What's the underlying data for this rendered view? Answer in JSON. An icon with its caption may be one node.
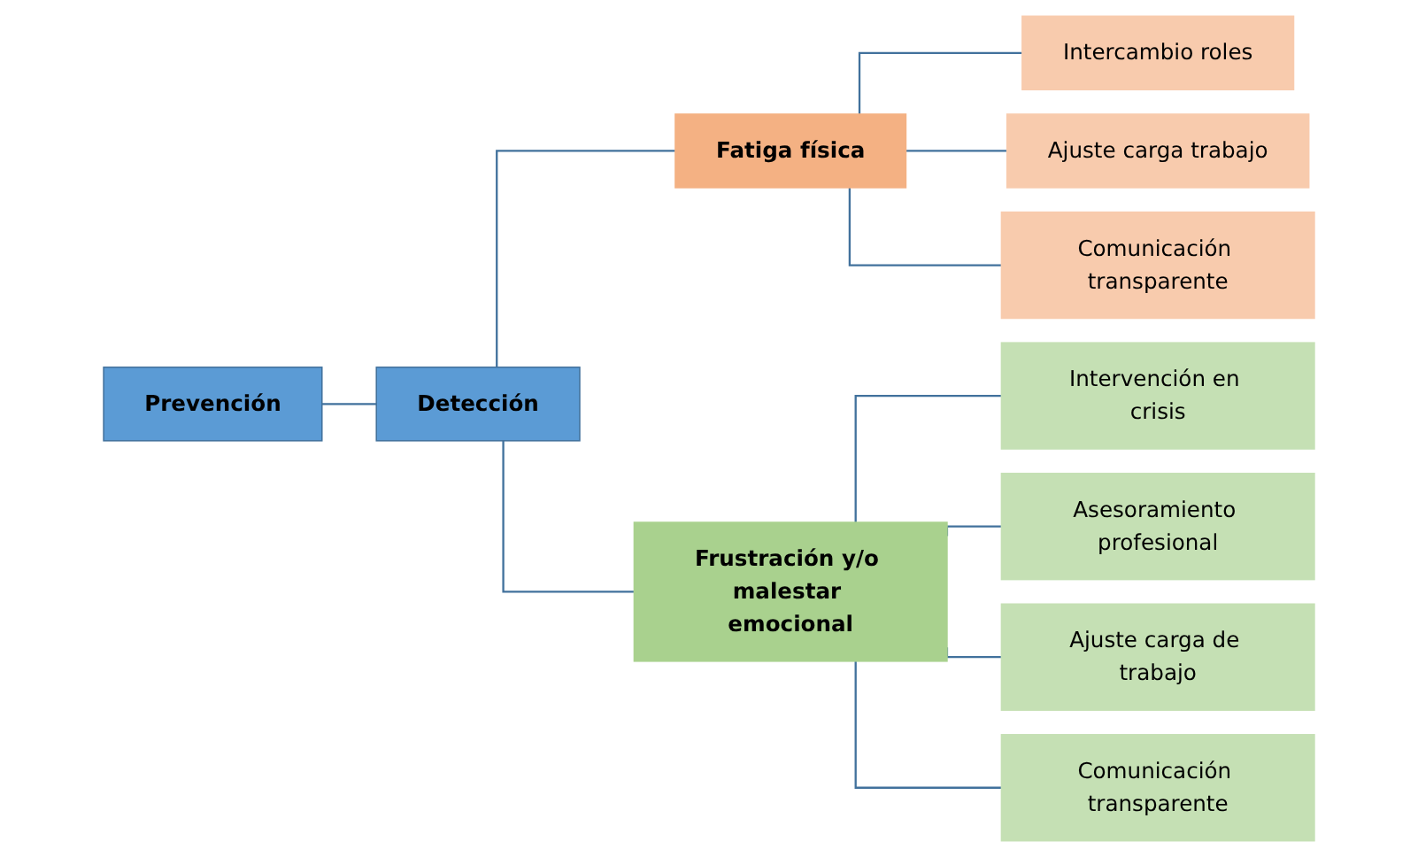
{
  "diagram": {
    "nodes": [
      {
        "text": [
          "Prevención"
        ]
      },
      {
        "text": [
          "Detección"
        ]
      },
      {
        "text": [
          "Fatiga física"
        ]
      },
      {
        "text": [
          "Intercambio roles"
        ]
      },
      {
        "text": [
          "Ajuste carga trabajo"
        ]
      },
      {
        "text": [
          "Comunicación transparente"
        ]
      },
      {
        "text": [
          "Frustración y/o malestar emocional"
        ]
      },
      {
        "text": [
          "Intervención en crisis"
        ]
      },
      {
        "text": [
          "Asesoramiento profesional"
        ]
      },
      {
        "text": [
          "Ajuste carga de trabajo"
        ]
      },
      {
        "text": [
          "Comunicación transparente"
        ]
      }
    ],
    "edges": [
      {
        "from": 0,
        "to": 1,
        "arrow": "none"
      },
      {
        "from": 1,
        "to": 2,
        "arrow": "none"
      },
      {
        "from": 1,
        "to": 6,
        "arrow": "none"
      },
      {
        "from": 2,
        "to": 3,
        "arrow": "none"
      },
      {
        "from": 2,
        "to": 4,
        "arrow": "none"
      },
      {
        "from": 2,
        "to": 5,
        "arrow": "none"
      },
      {
        "from": 6,
        "to": 7,
        "arrow": "none"
      },
      {
        "from": 6,
        "to": 8,
        "arrow": "none"
      },
      {
        "from": 6,
        "to": 9,
        "arrow": "none"
      },
      {
        "from": 6,
        "to": 10,
        "arrow": "none"
      }
    ]
  }
}
